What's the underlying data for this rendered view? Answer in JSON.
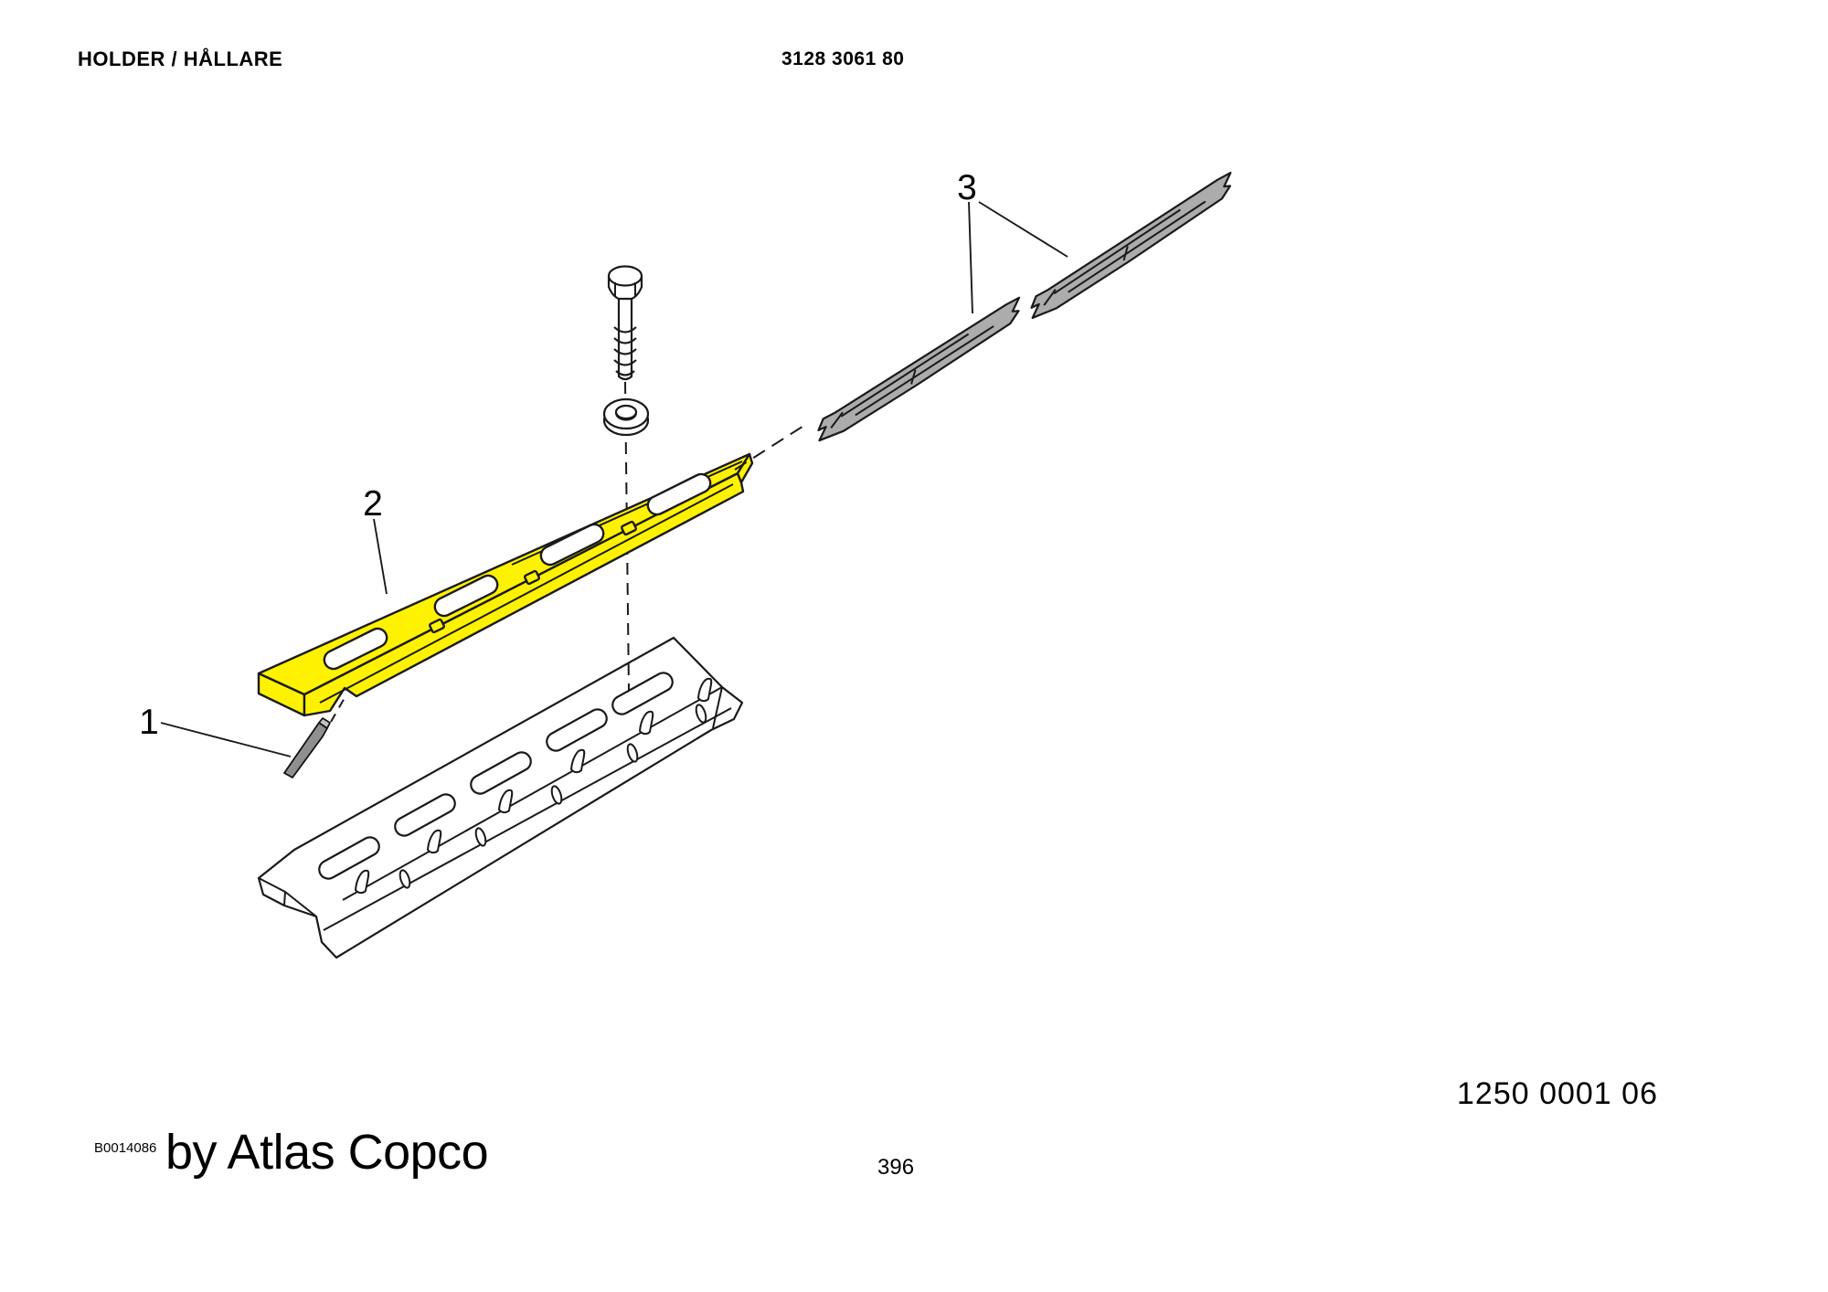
{
  "header": {
    "title": "HOLDER / HÅLLARE",
    "part_number": "3128 3061 80"
  },
  "diagram": {
    "callouts": [
      {
        "label": "1"
      },
      {
        "label": "2"
      },
      {
        "label": "3"
      }
    ],
    "colors": {
      "highlight_yellow": "#FFF200",
      "strip_gray": "#ACACAC",
      "insert_gray": "#8F8F8F",
      "line_black": "#1A1A1A"
    }
  },
  "footer": {
    "document_number": "1250 0001 06",
    "figure_ref": "B0014086",
    "brand_tagline": "by Atlas Copco",
    "page_number": "396"
  }
}
